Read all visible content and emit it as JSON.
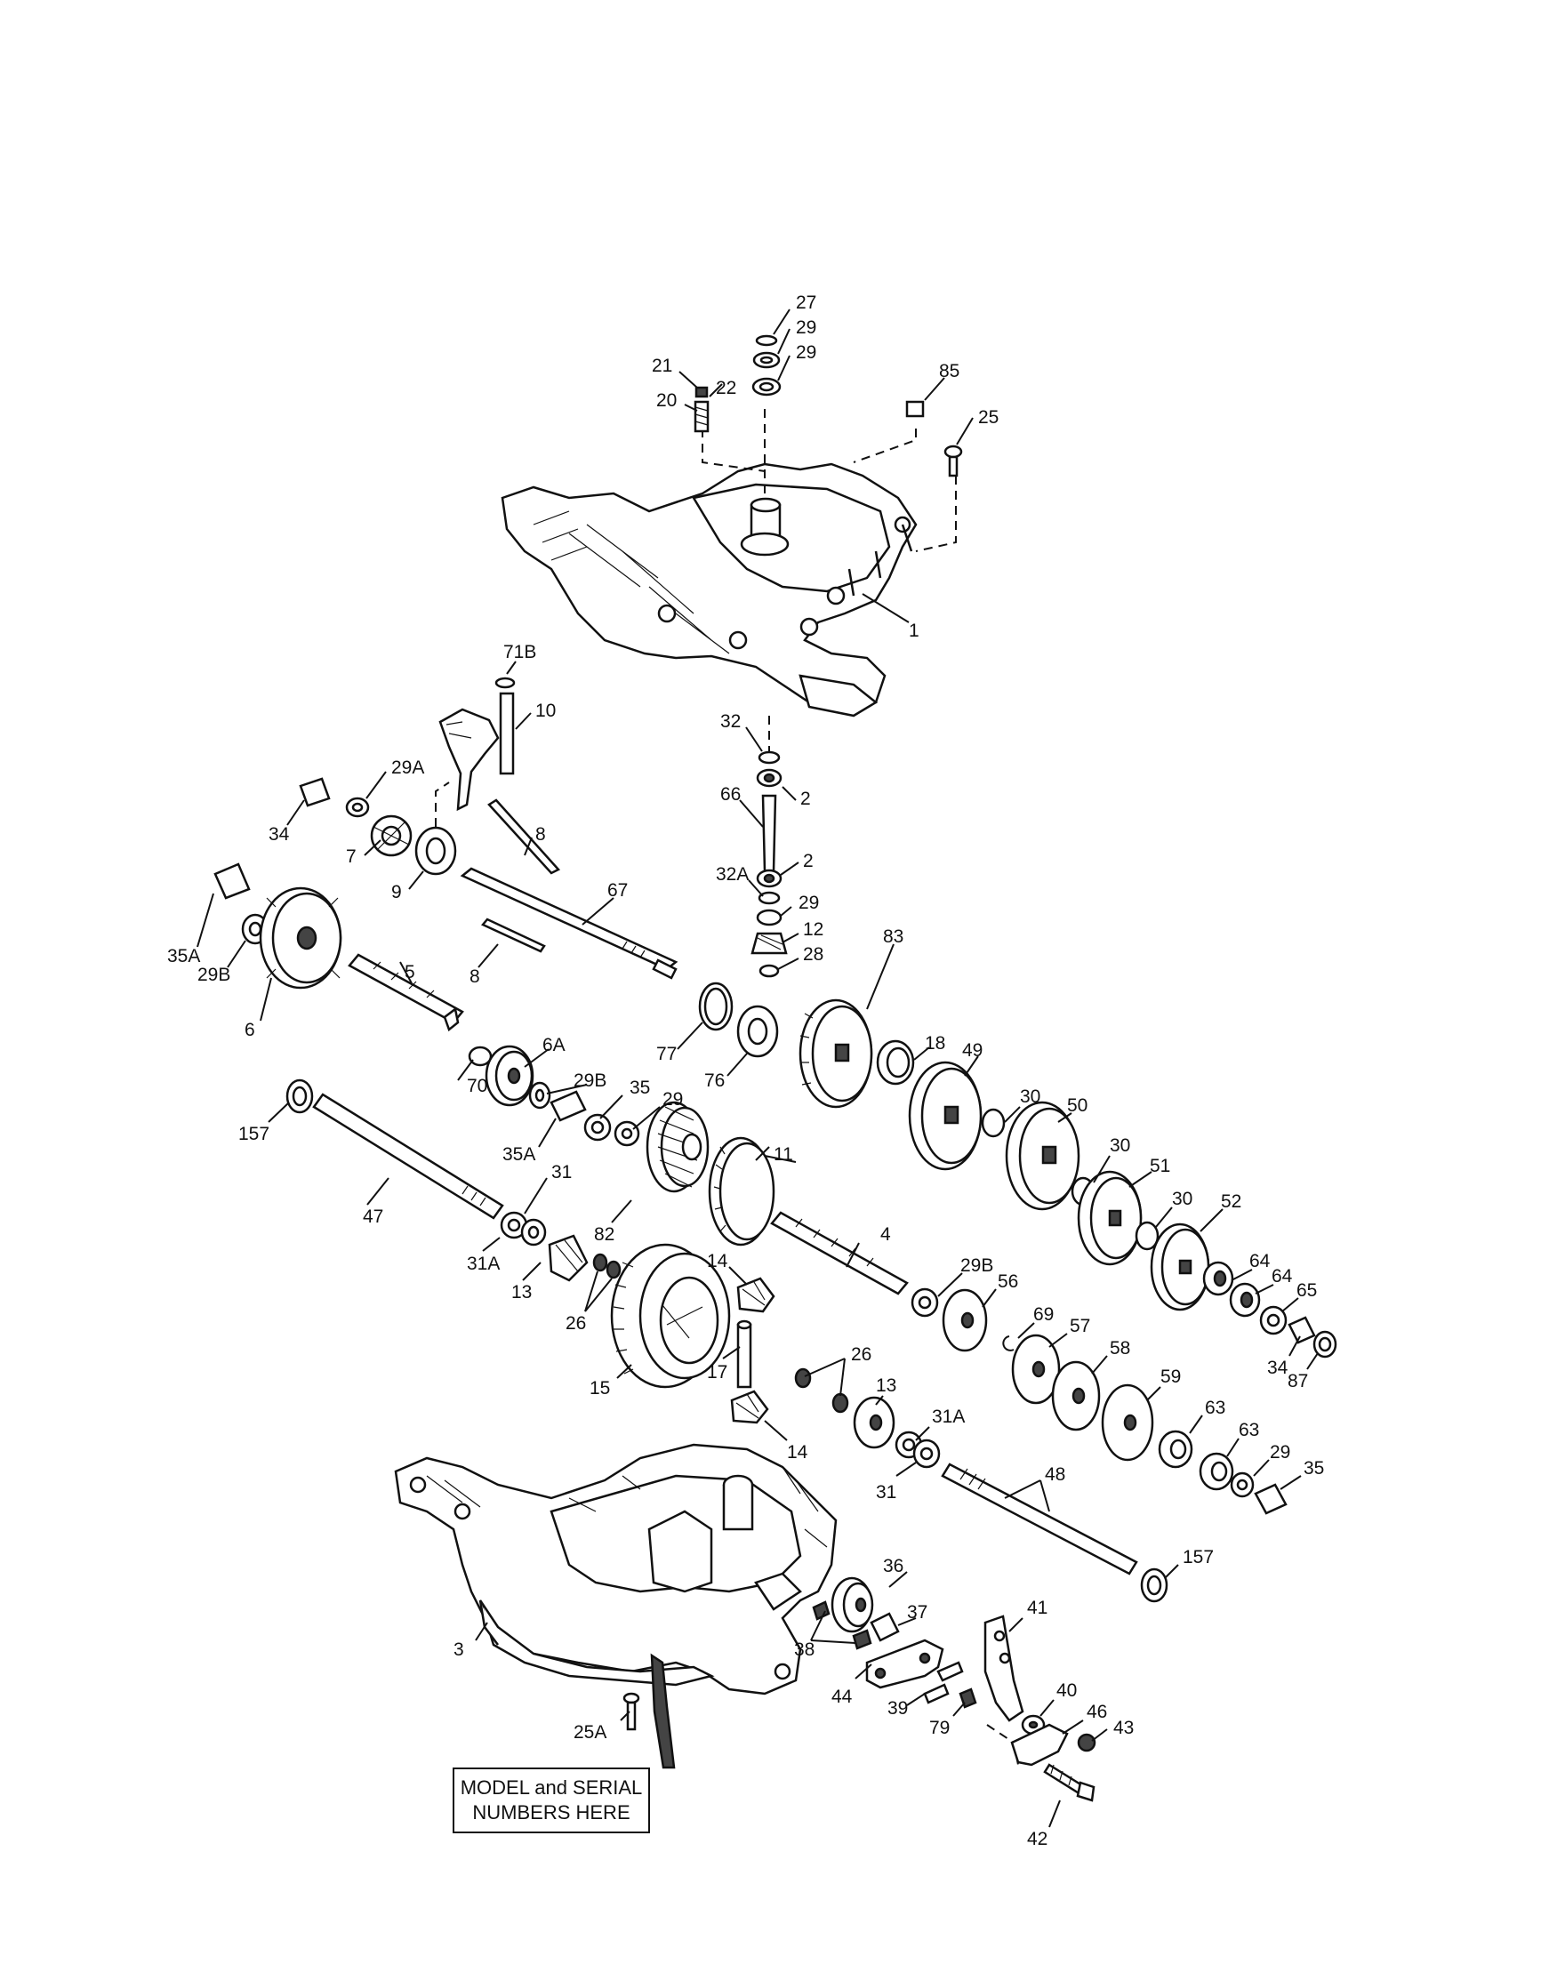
{
  "callout": {
    "line1": "MODEL and SERIAL",
    "line2": "NUMBERS HERE"
  },
  "part_labels": [
    "1",
    "2",
    "2",
    "3",
    "4",
    "5",
    "6",
    "6A",
    "7",
    "8",
    "8",
    "9",
    "10",
    "11",
    "12",
    "13",
    "13",
    "14",
    "14",
    "15",
    "17",
    "18",
    "20",
    "21",
    "22",
    "25",
    "25A",
    "26",
    "26",
    "27",
    "28",
    "29",
    "29",
    "29",
    "29",
    "29",
    "29A",
    "29B",
    "29B",
    "29B",
    "30",
    "30",
    "30",
    "31",
    "31",
    "31A",
    "31A",
    "32",
    "32A",
    "34",
    "34",
    "35",
    "35",
    "35A",
    "35A",
    "36",
    "37",
    "38",
    "39",
    "40",
    "41",
    "42",
    "43",
    "44",
    "46",
    "47",
    "48",
    "49",
    "50",
    "51",
    "52",
    "56",
    "57",
    "58",
    "59",
    "63",
    "63",
    "64",
    "64",
    "65",
    "66",
    "67",
    "69",
    "70",
    "71B",
    "76",
    "77",
    "79",
    "82",
    "83",
    "85",
    "87",
    "157",
    "157"
  ]
}
